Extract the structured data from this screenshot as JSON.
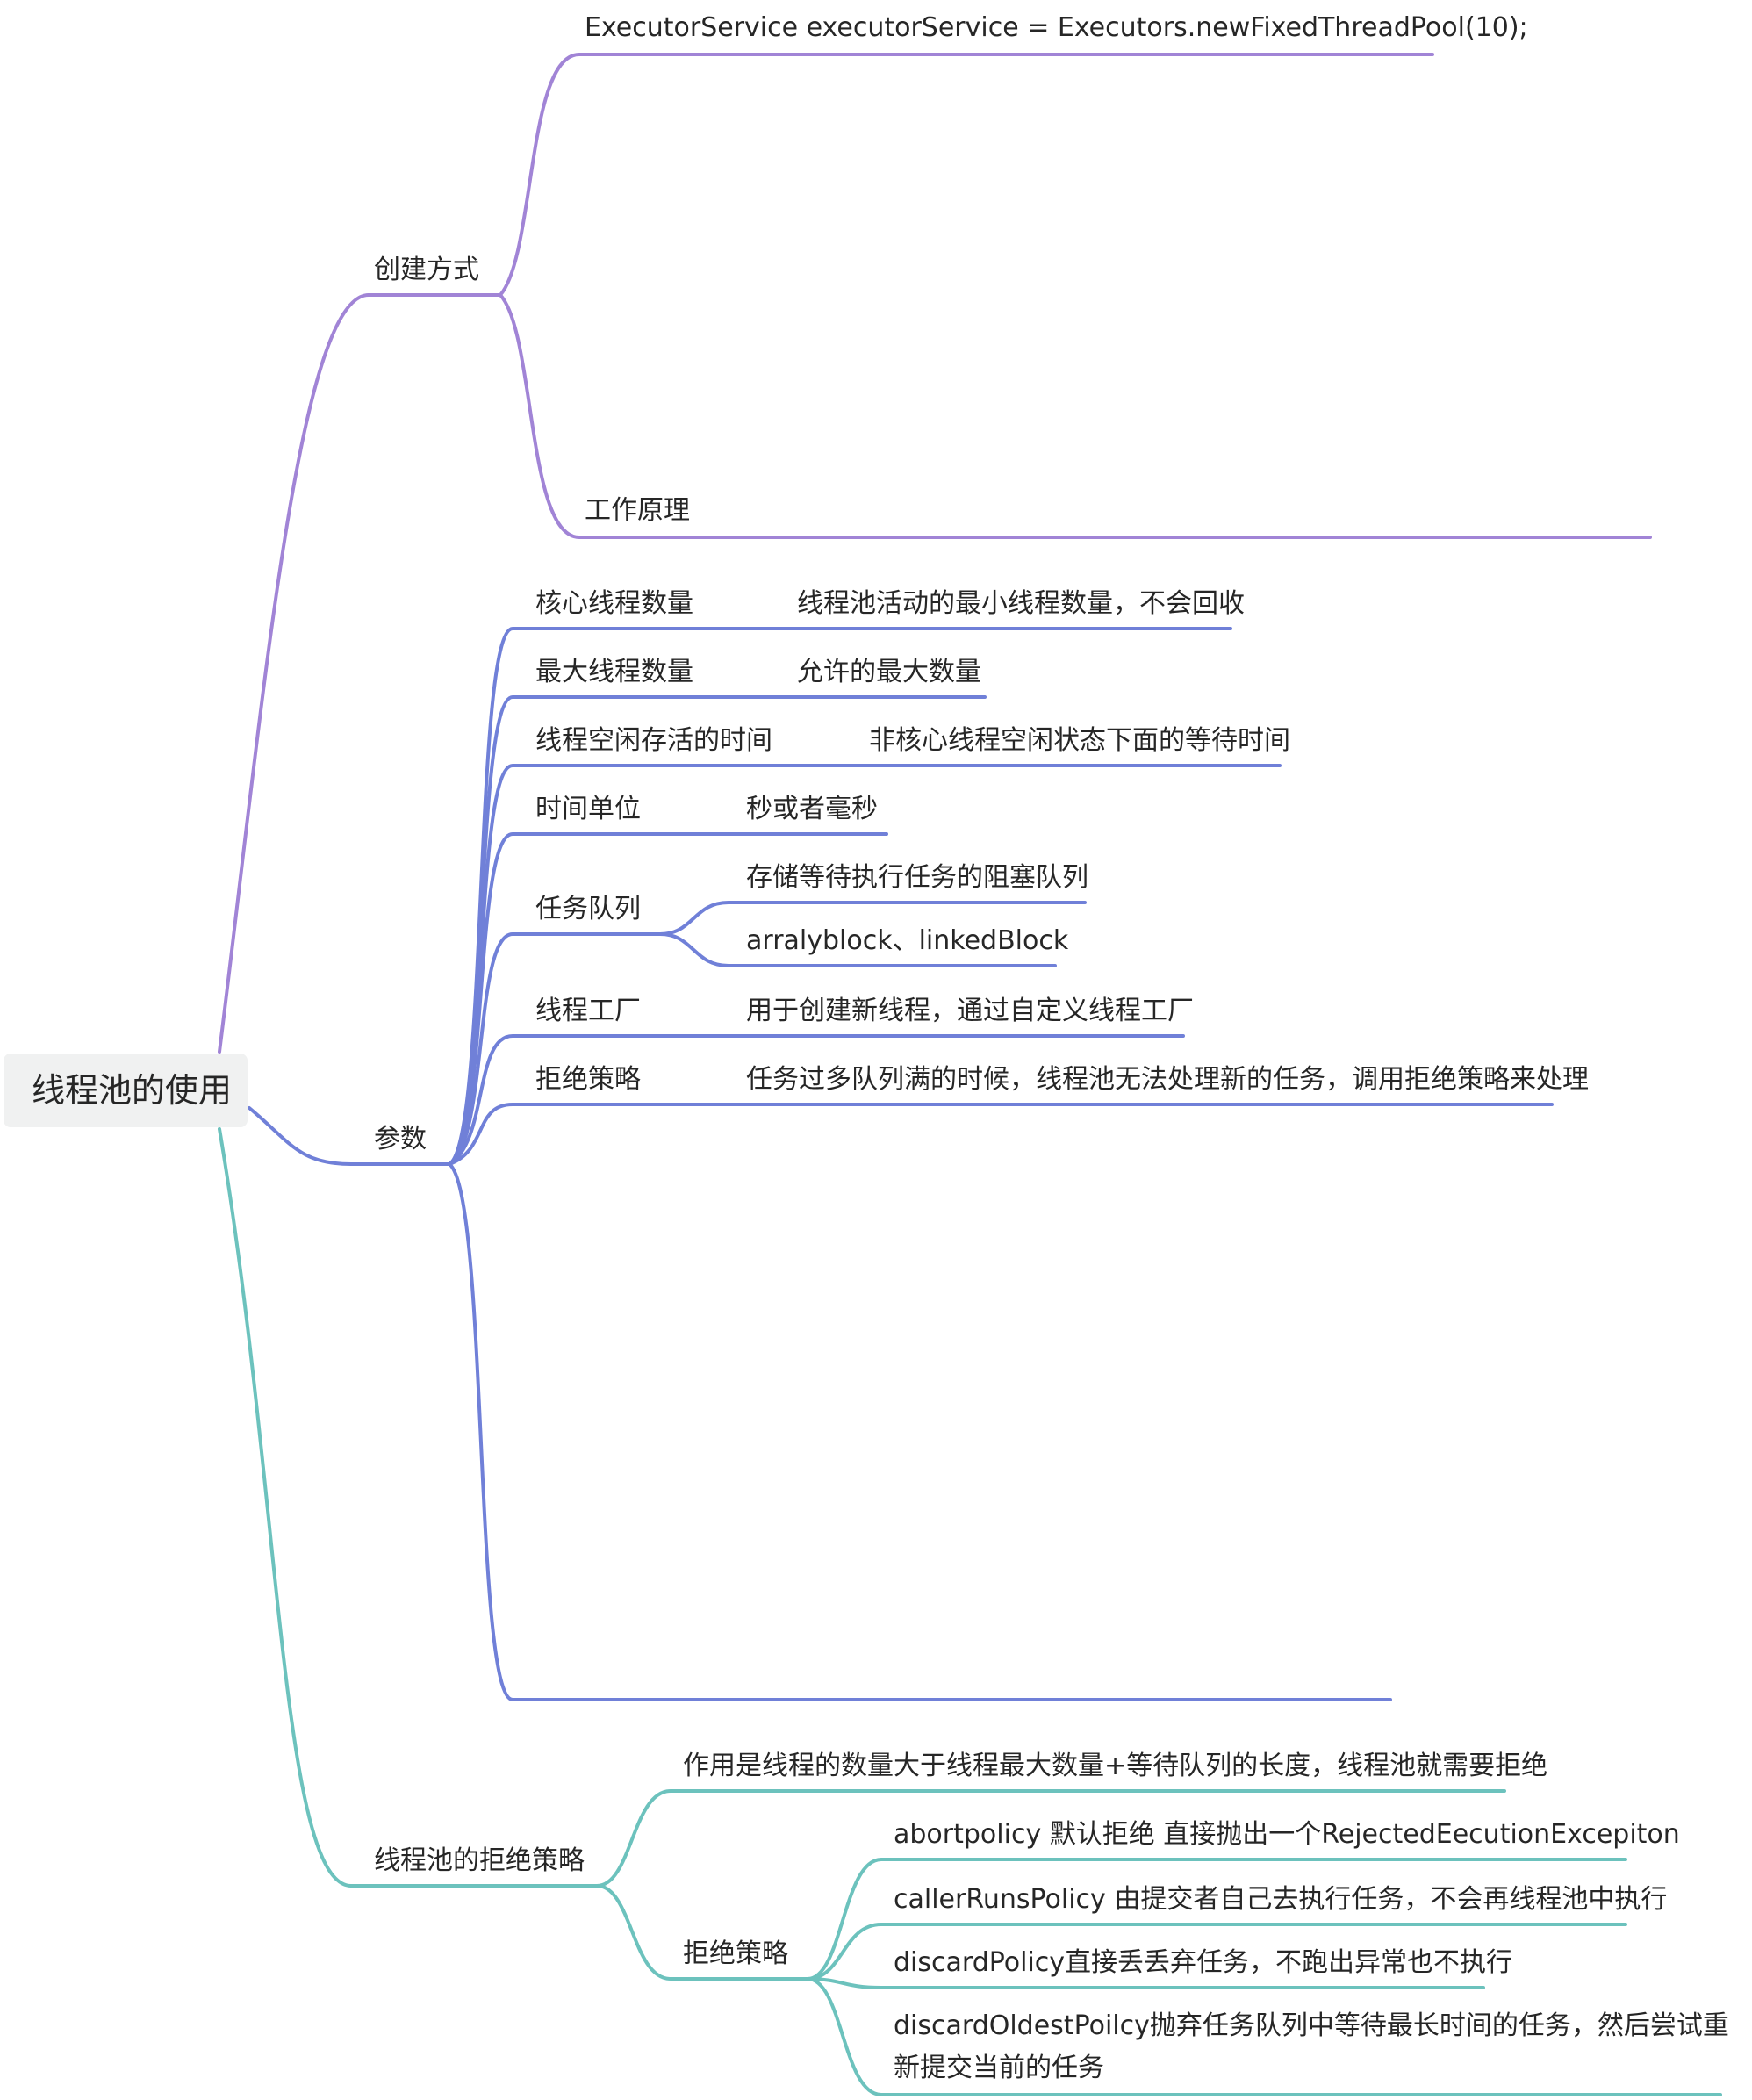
{
  "root": {
    "label": "线程池的使用"
  },
  "branches": {
    "create": {
      "label": "创建方式",
      "children": [
        "ExecutorService executorService = Executors.newFixedThreadPool(10);",
        "工作原理"
      ]
    },
    "params": {
      "label": "参数",
      "items": [
        {
          "label": "核心线程数量",
          "children": [
            "线程池活动的最小线程数量，不会回收"
          ]
        },
        {
          "label": "最大线程数量",
          "children": [
            "允许的最大数量"
          ]
        },
        {
          "label": "线程空闲存活的时间",
          "children": [
            "非核心线程空闲状态下面的等待时间"
          ]
        },
        {
          "label": "时间单位",
          "children": [
            "秒或者毫秒"
          ]
        },
        {
          "label": "任务队列",
          "children": [
            "存储等待执行任务的阻塞队列",
            "arralyblock、linkedBlock"
          ]
        },
        {
          "label": "线程工厂",
          "children": [
            "用于创建新线程，通过自定义线程工厂"
          ]
        },
        {
          "label": "拒绝策略",
          "children": [
            "任务过多队列满的时候，线程池无法处理新的任务，调用拒绝策略来处理"
          ]
        }
      ]
    },
    "reject": {
      "label": "线程池的拒绝策略",
      "purpose": "作用是线程的数量大于线程最大数量+等待队列的长度，线程池就需要拒绝",
      "policies_label": "拒绝策略",
      "policies": [
        "abortpolicy 默认拒绝 直接抛出一个RejectedEecutionExcepiton",
        "callerRunsPolicy 由提交者自己去执行任务，不会再线程池中执行",
        "discardPolicy直接丢丢弃任务，不跑出异常也不执行",
        "discardOldestPoilcy抛弃任务队列中等待最长时间的任务，然后尝试重新提交当前的任务"
      ]
    }
  },
  "colors": {
    "purple": "#a184d6",
    "blue": "#7080d8",
    "teal": "#6cc2bd",
    "text": "#262626",
    "root_bg": "#f0f1f1"
  }
}
